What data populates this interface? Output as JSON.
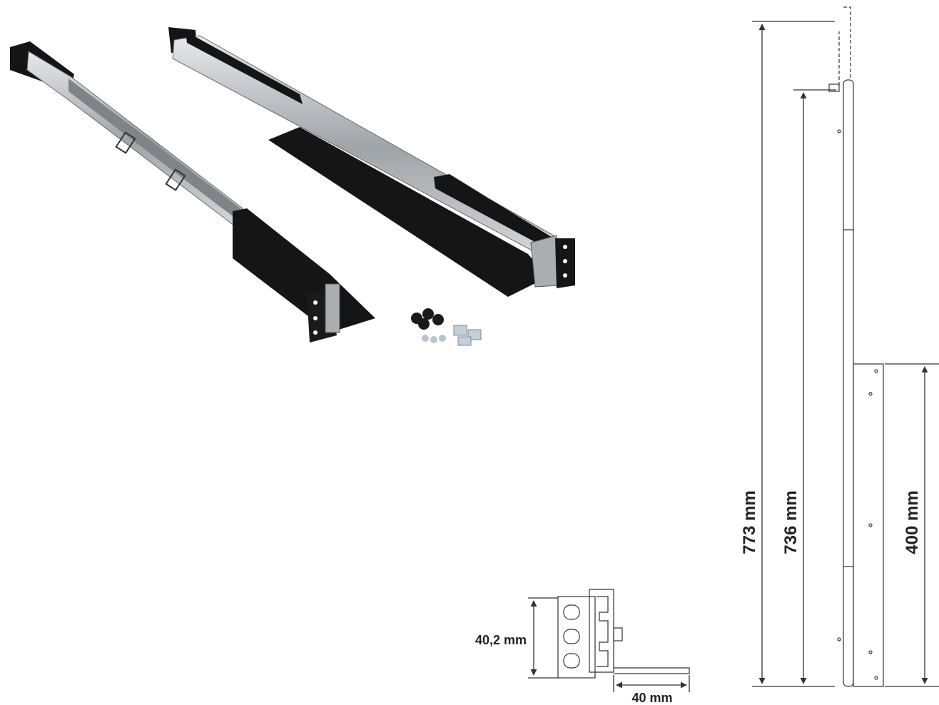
{
  "dimensions": {
    "total_length": "773 mm",
    "rail_length": "736 mm",
    "bracket_length": "400 mm",
    "height": "40,2 mm",
    "width": "40 mm"
  },
  "colors": {
    "rail_steel": "#b8bcc0",
    "bracket_black": "#151515",
    "line": "#333333"
  }
}
